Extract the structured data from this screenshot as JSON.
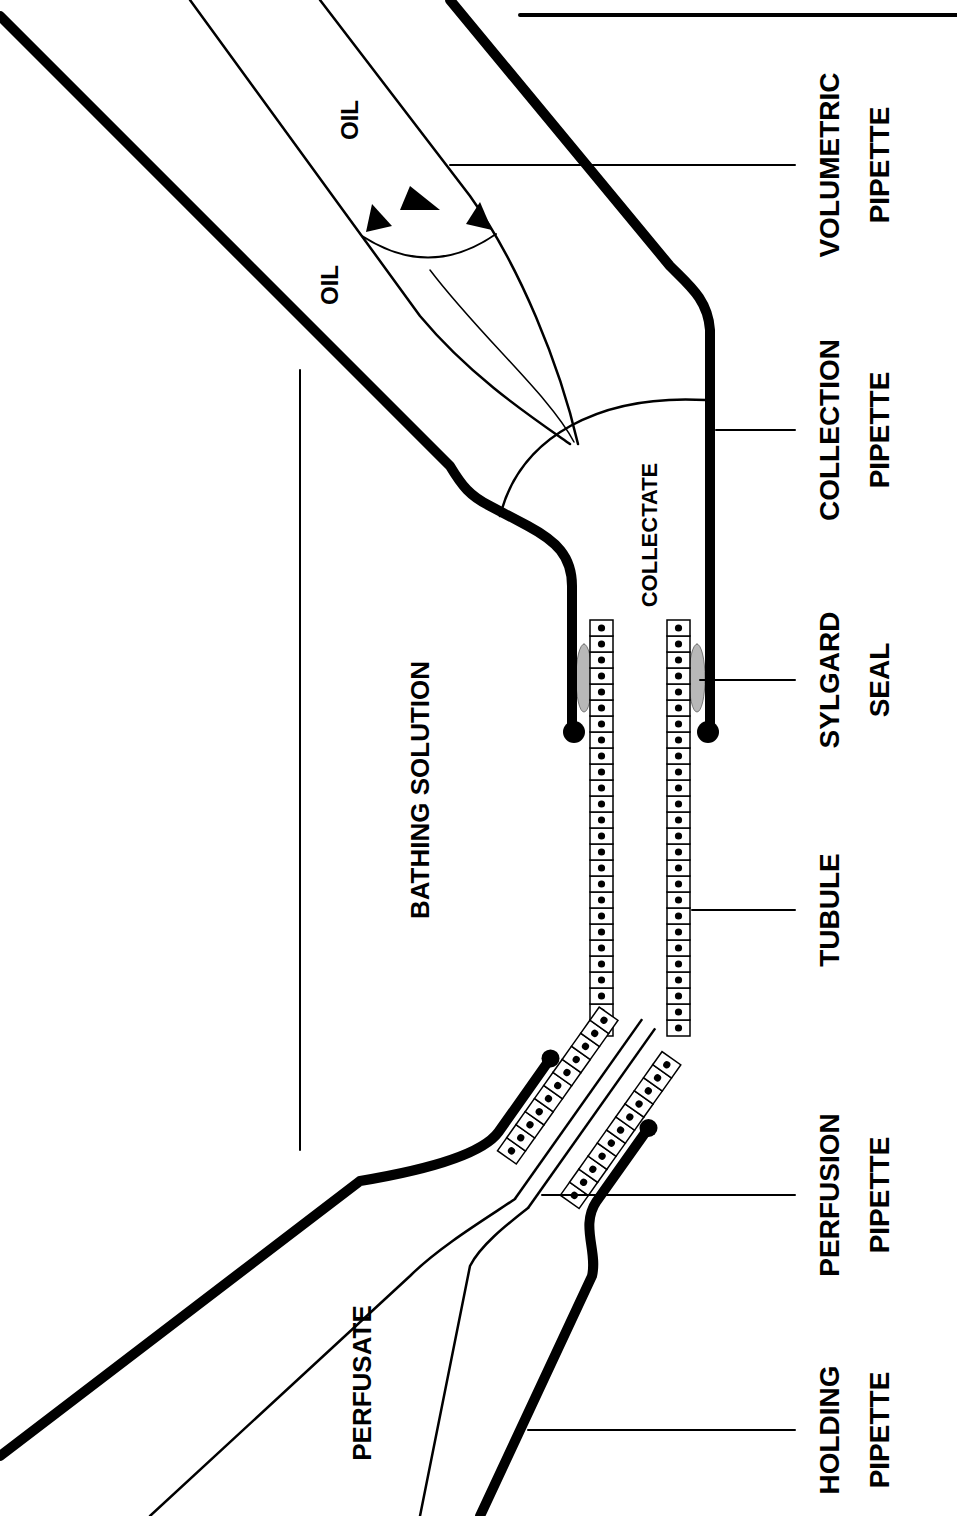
{
  "diagram": {
    "labels": [
      "OIL",
      "OIL",
      "VOLUMETRIC PIPETTE",
      "COLLECTION PIPETTE",
      "COLLECTATE",
      "SYLGARD SEAL",
      "BATHING SOLUTION",
      "TUBULE",
      "PERFUSION PIPETTE",
      "HOLDING PIPETTE",
      "PERFUSATE"
    ]
  }
}
